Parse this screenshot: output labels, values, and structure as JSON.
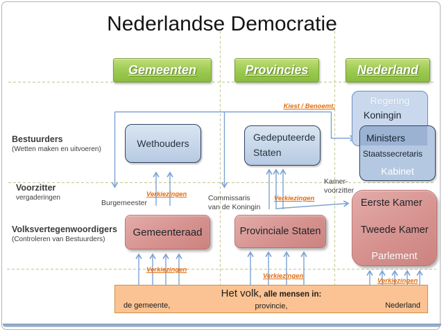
{
  "slide": {
    "title": "Nederlandse Democratie"
  },
  "column_headers": [
    {
      "label": "Gemeenten"
    },
    {
      "label": "Provincies"
    },
    {
      "label": "Nederland"
    }
  ],
  "row_labels": {
    "bestuurders": {
      "title": "Bestuurders",
      "subtitle": "(Wetten maken en uitvoeren)"
    },
    "voorzitter": {
      "title": "Voorzitter",
      "subtitle": "vergaderingen"
    },
    "volksvertegenwoordigers": {
      "title": "Volksvertegenwoordigers",
      "subtitle": "(Controleren van Bestuurders)"
    }
  },
  "boxes": {
    "wethouders": {
      "label": "Wethouders"
    },
    "gedeputeerde_staten": {
      "label": "Gedeputeerde Staten"
    },
    "regering": {
      "header": "Regering",
      "member": "Koningin"
    },
    "kabinet": {
      "member1": "Ministers",
      "member2": "Staatssecretaris",
      "footer": "Kabinet"
    },
    "gemeenteraad": {
      "label": "Gemeenteraad"
    },
    "provinciale_staten": {
      "label": "Provinciale Staten"
    },
    "parlement": {
      "member1": "Eerste Kamer",
      "member2": "Tweede Kamer",
      "footer": "Parlement"
    },
    "het_volk": {
      "title": "Het volk,",
      "title_suffix": " alle mensen in:",
      "area_left": "de gemeente,",
      "area_center": "provincie,",
      "area_right": "Nederland"
    }
  },
  "annotations": {
    "kiest_benoemt": "Kiest / Benoemt,",
    "verkiezingen": "Verkiezingen",
    "burgemeester": "Burgemeester",
    "commissaris_line1": "Commissaris",
    "commissaris_line2": "van de Koningin",
    "kamer_voorzitter_line1": "Kamer-",
    "kamer_voorzitter_line2": "voorzitter"
  },
  "colors": {
    "header_green": "#9ecb52",
    "box_blue_fill": "#bdcfe7",
    "box_blue_border": "#2f4360",
    "box_red_fill": "#d6928f",
    "volk_orange_fill": "#fbc394",
    "volk_orange_border": "#d28f3f",
    "connector_blue": "#7ba3d4",
    "annotation_orange": "#e36c0a",
    "dashed_divider_olive": "#c9cf9a"
  }
}
